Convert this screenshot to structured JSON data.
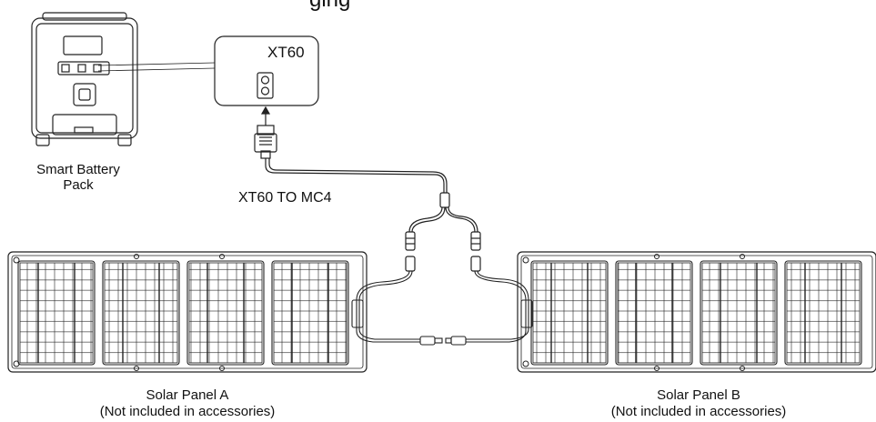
{
  "title_fragment": "ging",
  "battery": {
    "name_line1": "Smart Battery",
    "name_line2": "Pack",
    "icon": "battery-pack-icon"
  },
  "port": {
    "name": "XT60",
    "icon": "xt60-port-icon"
  },
  "cable": {
    "name": "XT60 TO MC4",
    "icon": "y-branch-cable-icon"
  },
  "panel_a": {
    "name": "Solar Panel A",
    "note": "(Not included in accessories)",
    "icon": "solar-panel-icon"
  },
  "panel_b": {
    "name": "Solar Panel B",
    "note": "(Not included in accessories)",
    "icon": "solar-panel-icon"
  }
}
